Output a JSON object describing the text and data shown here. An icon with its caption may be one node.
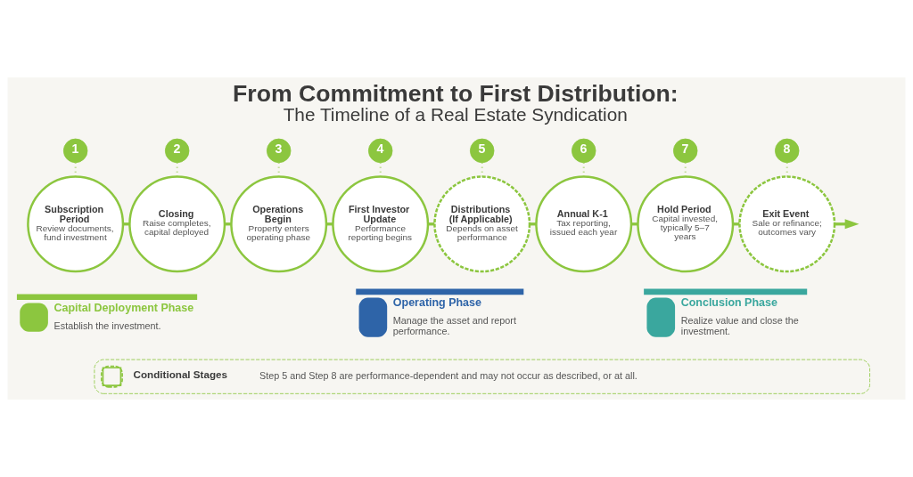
{
  "diagram": {
    "title": "From Commitment to First Distribution: The Timeline of a Real Estate Syndication",
    "nodes": [
      {
        "text": [
          "1"
        ]
      },
      {
        "text": [
          "Subscription Period",
          "Review documents, fund investment"
        ]
      },
      {
        "text": [
          "2"
        ]
      },
      {
        "text": [
          "Closing",
          "Raise completes, capital deployed"
        ]
      },
      {
        "text": [
          "3"
        ]
      },
      {
        "text": [
          "Operations Begin",
          "Property enters operating phase"
        ]
      },
      {
        "text": [
          "4"
        ]
      },
      {
        "text": [
          "First Investor Update",
          "Performance reporting begins"
        ]
      },
      {
        "text": [
          "5"
        ]
      },
      {
        "text": [
          "Distributions (If Applicable)",
          "Depends on asset performance"
        ]
      },
      {
        "text": [
          "6"
        ]
      },
      {
        "text": [
          "Annual K-1",
          "Tax reporting, issued each year"
        ]
      },
      {
        "text": [
          "7"
        ]
      },
      {
        "text": [
          "Hold Period",
          "Capital invested, typically 5–7 years"
        ]
      },
      {
        "text": [
          "8"
        ]
      },
      {
        "text": [
          "Exit Event",
          "Sale or refinance; outcomes vary"
        ]
      }
    ],
    "edges": [
      {
        "from": 0,
        "to": 1,
        "arrow": "none",
        "style": "dashed"
      },
      {
        "from": 2,
        "to": 3,
        "arrow": "none",
        "style": "dashed"
      },
      {
        "from": 4,
        "to": 5,
        "arrow": "none",
        "style": "dashed"
      },
      {
        "from": 6,
        "to": 7,
        "arrow": "none",
        "style": "dashed"
      },
      {
        "from": 8,
        "to": 9,
        "arrow": "none",
        "style": "dashed"
      },
      {
        "from": 10,
        "to": 11,
        "arrow": "none",
        "style": "dashed"
      },
      {
        "from": 12,
        "to": 13,
        "arrow": "none",
        "style": "dashed"
      },
      {
        "from": 14,
        "to": 15,
        "arrow": "none",
        "style": "dashed"
      },
      {
        "from": 1,
        "to": 3,
        "arrow": "none"
      },
      {
        "from": 3,
        "to": 5,
        "arrow": "none"
      },
      {
        "from": 5,
        "to": 7,
        "arrow": "none"
      },
      {
        "from": 7,
        "to": 9,
        "arrow": "none"
      },
      {
        "from": 9,
        "to": 11,
        "arrow": "none"
      },
      {
        "from": 11,
        "to": 13,
        "arrow": "none"
      },
      {
        "from": 13,
        "to": 15,
        "arrow": "none"
      },
      {
        "from": 15,
        "to": null,
        "arrow": "to"
      }
    ],
    "labels": [
      "Establish the investment.",
      "Manage the asset and report performance.",
      "Realize value and close the investment.",
      "Step 5 and Step 8 are performance-dependent and may not occur as described, or at all."
    ],
    "legend": [
      {
        "text": "Capital Deployment Phase",
        "color": "#8cc63f"
      },
      {
        "text": "Operating Phase",
        "color": "#2e64a8"
      },
      {
        "text": "Conclusion Phase",
        "color": "#3aa79e"
      },
      {
        "text": "Conditional Stages"
      }
    ]
  }
}
